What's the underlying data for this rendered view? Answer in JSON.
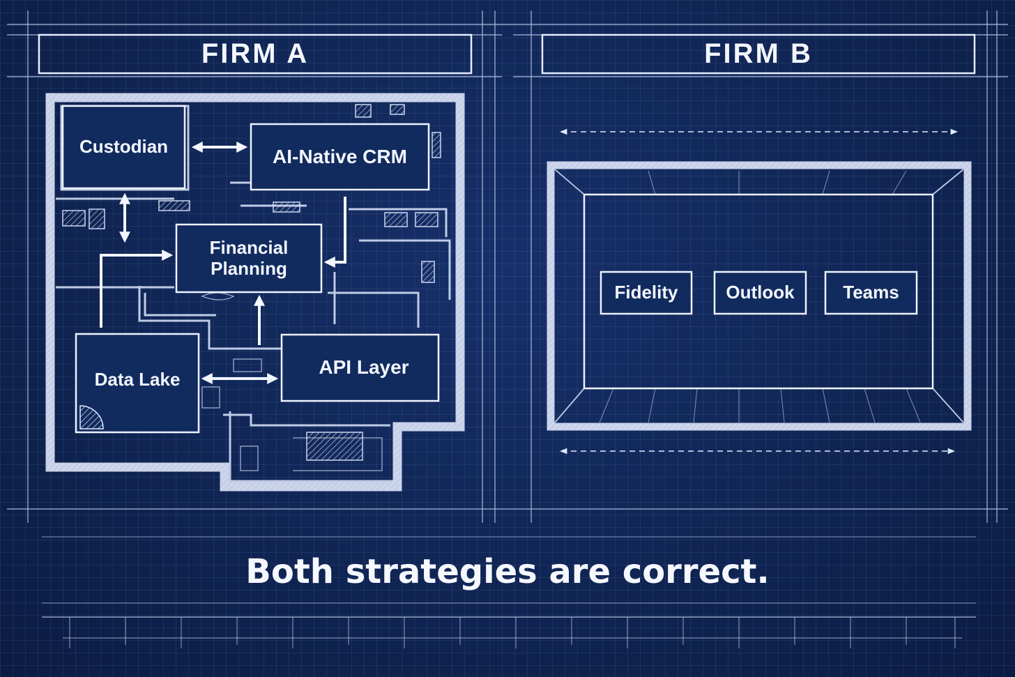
{
  "left_panel": {
    "title": "FIRM A",
    "components": {
      "custodian": "Custodian",
      "crm": "AI-Native CRM",
      "planning": "Financial Planning",
      "data_lake": "Data Lake",
      "api_layer": "API Layer"
    }
  },
  "right_panel": {
    "title": "FIRM B",
    "apps": [
      "Fidelity",
      "Outlook",
      "Teams"
    ]
  },
  "caption": "Both strategies are correct.",
  "colors": {
    "background": "#0f2452",
    "line": "#dfe8ff",
    "text": "#f3f6ff"
  }
}
